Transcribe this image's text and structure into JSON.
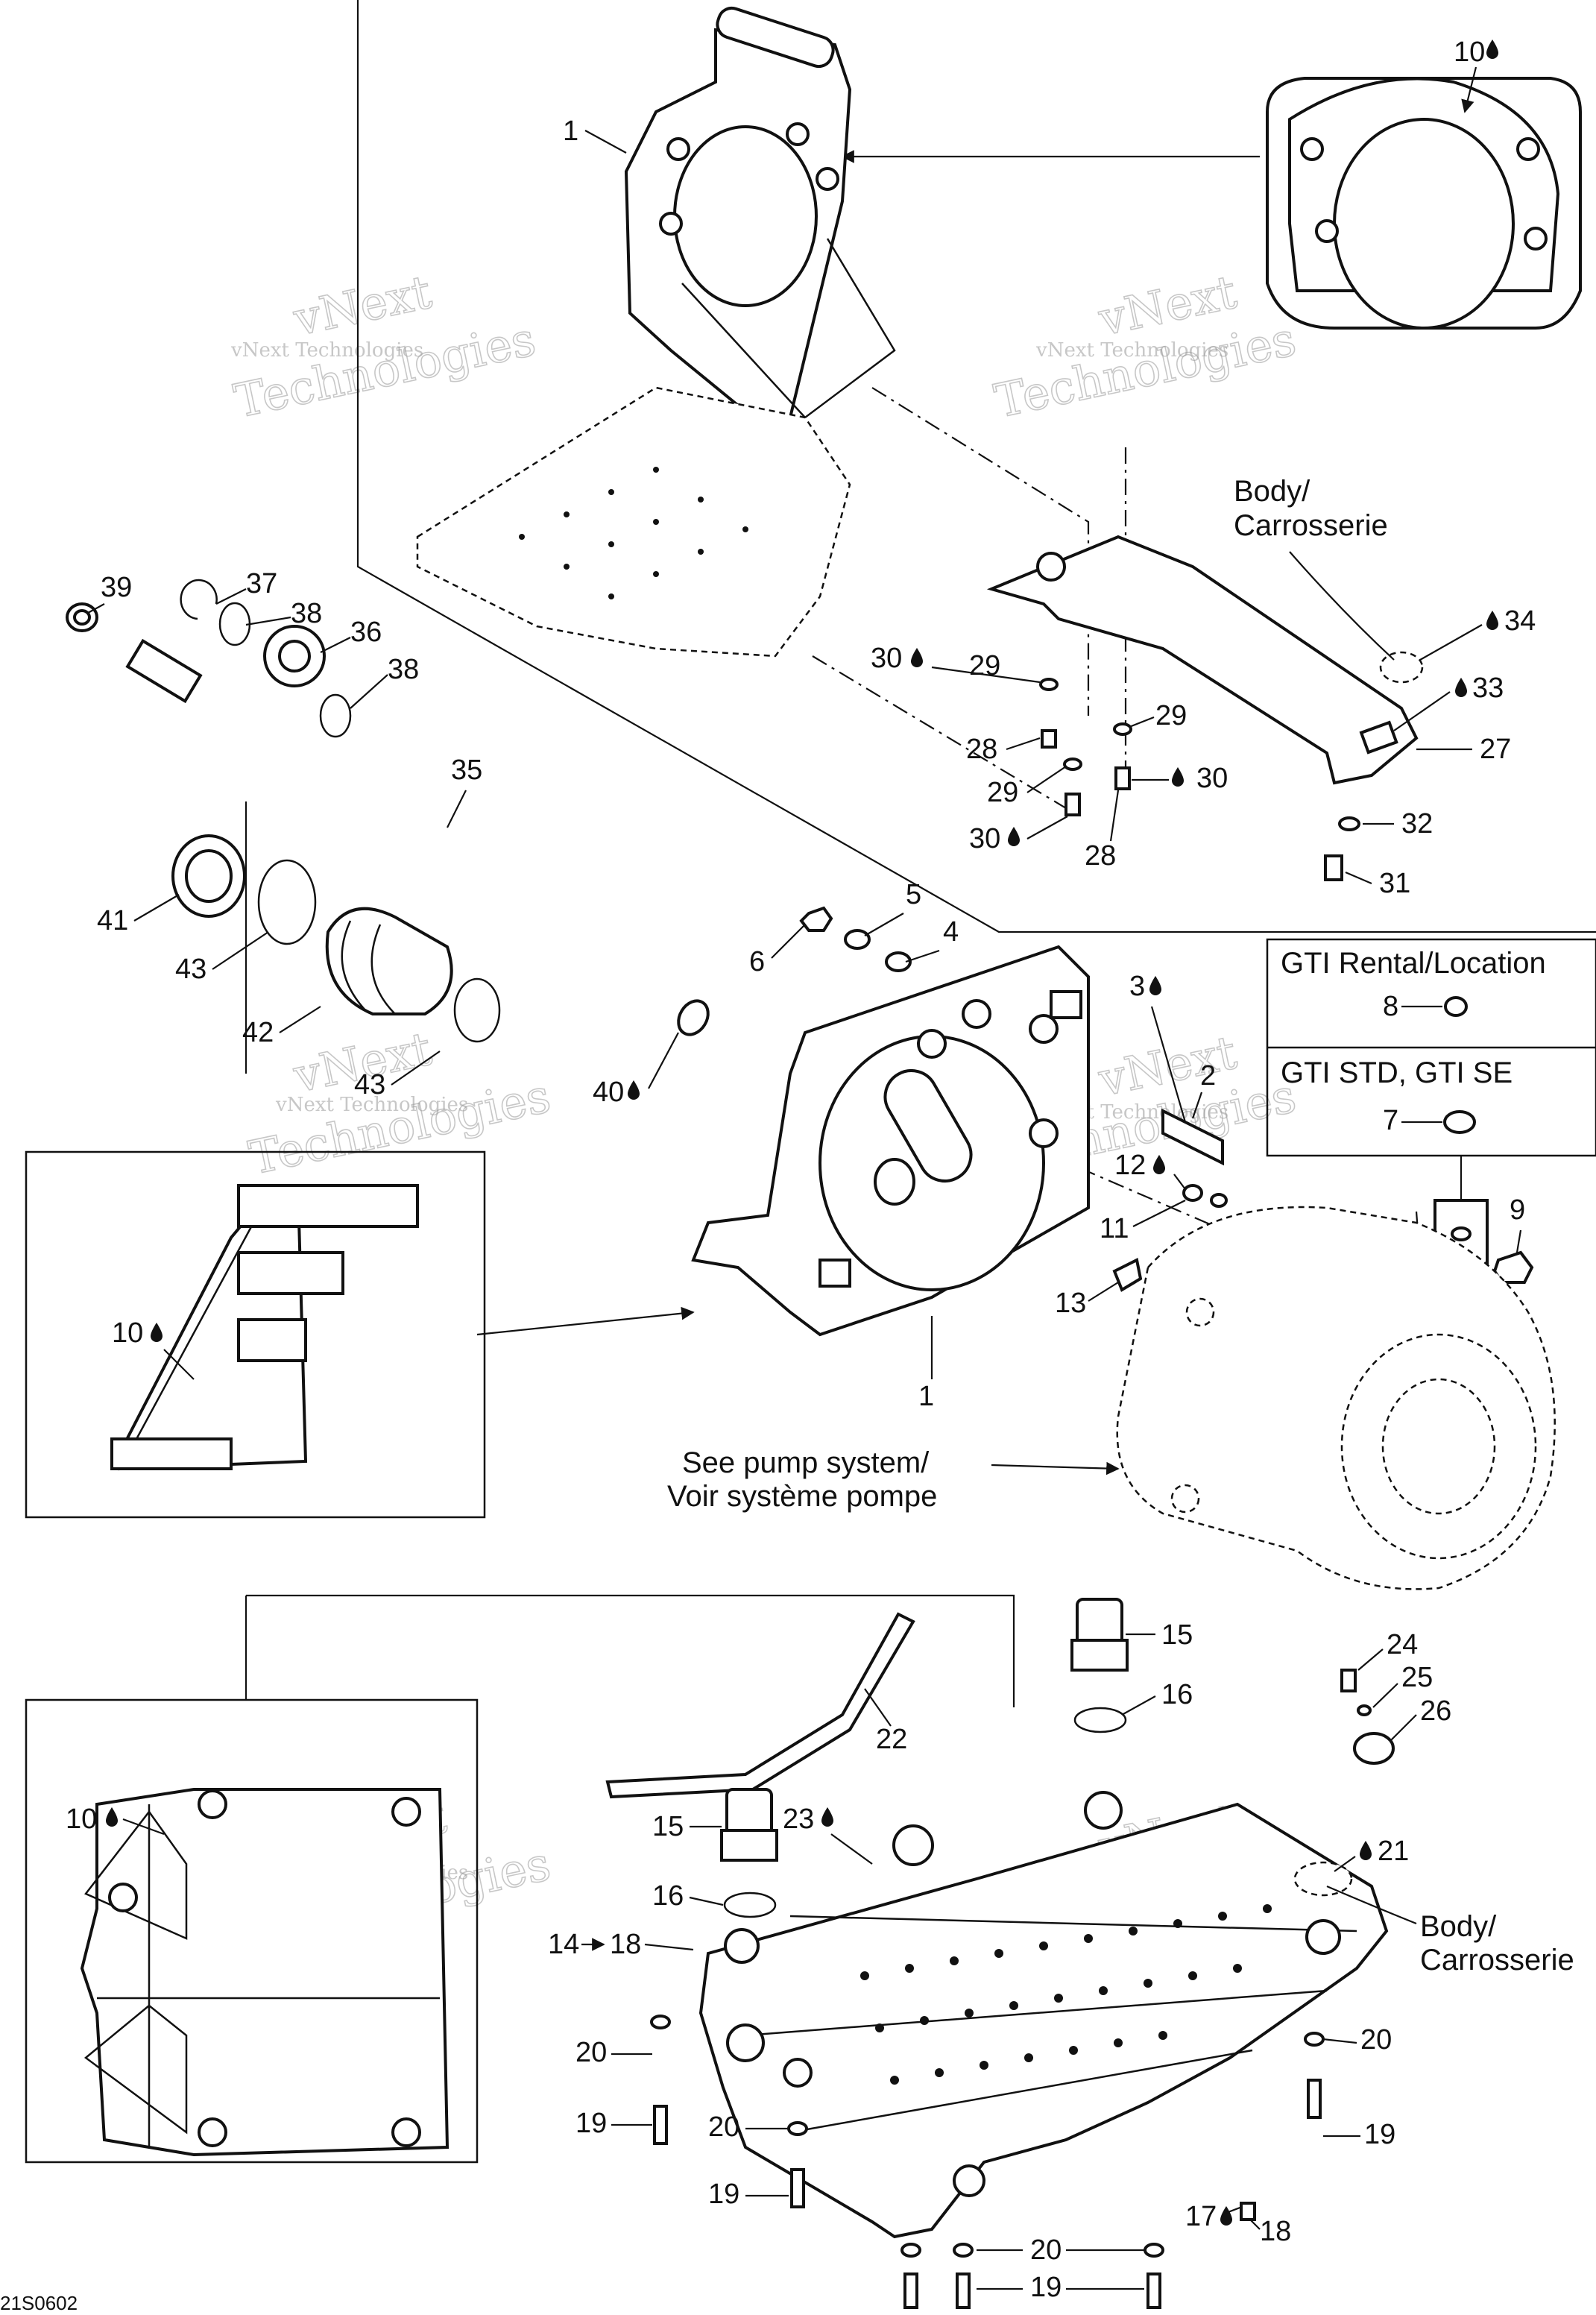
{
  "diagram_code": "21S0602",
  "watermark": {
    "line1": "vNext Technologies",
    "line2": "vNext",
    "line3": "Technologies"
  },
  "notes": {
    "body_top_line1": "Body/",
    "body_top_line2": "Carrosserie",
    "body_bottom_line1": "Body/",
    "body_bottom_line2": "Carrosserie",
    "pump_line1": "See pump system/",
    "pump_line2": "Voir système pompe"
  },
  "variants": {
    "rental_title": "GTI Rental/Location",
    "rental_part": "8",
    "std_title": "GTI STD, GTI SE",
    "std_part": "7"
  },
  "callouts": {
    "c1a": "1",
    "c10a": "10",
    "c39": "39",
    "c37": "37",
    "c38a": "38",
    "c36": "36",
    "c38b": "38",
    "c35": "35",
    "c41": "41",
    "c43a": "43",
    "c42": "42",
    "c43b": "43",
    "c40": "40",
    "c30a": "30",
    "c29a": "29",
    "c28a": "28",
    "c29b": "29",
    "c30b": "30",
    "c28b": "28",
    "c29c": "29",
    "c30c": "30",
    "c34": "34",
    "c33": "33",
    "c27": "27",
    "c32": "32",
    "c31": "31",
    "c5": "5",
    "c4": "4",
    "c6": "6",
    "c3": "3",
    "c2": "2",
    "c12": "12",
    "c11": "11",
    "c13": "13",
    "c9": "9",
    "c1b": "1",
    "c10b": "10",
    "c15a": "15",
    "c16a": "16",
    "c24": "24",
    "c25": "25",
    "c26": "26",
    "c22": "22",
    "c15b": "15",
    "c23": "23",
    "c16b": "16",
    "c21": "21",
    "c14": "14",
    "c18a": "18",
    "c20a": "20",
    "c20b": "20",
    "c19a": "19",
    "c20c": "20",
    "c19b": "19",
    "c19c": "19",
    "c17": "17",
    "c18b": "18",
    "c20d": "20",
    "c19d": "19",
    "c10c": "10"
  },
  "glyphs": {
    "drop_icon": "drop-icon",
    "arrow_icon": "right-arrow-icon"
  }
}
